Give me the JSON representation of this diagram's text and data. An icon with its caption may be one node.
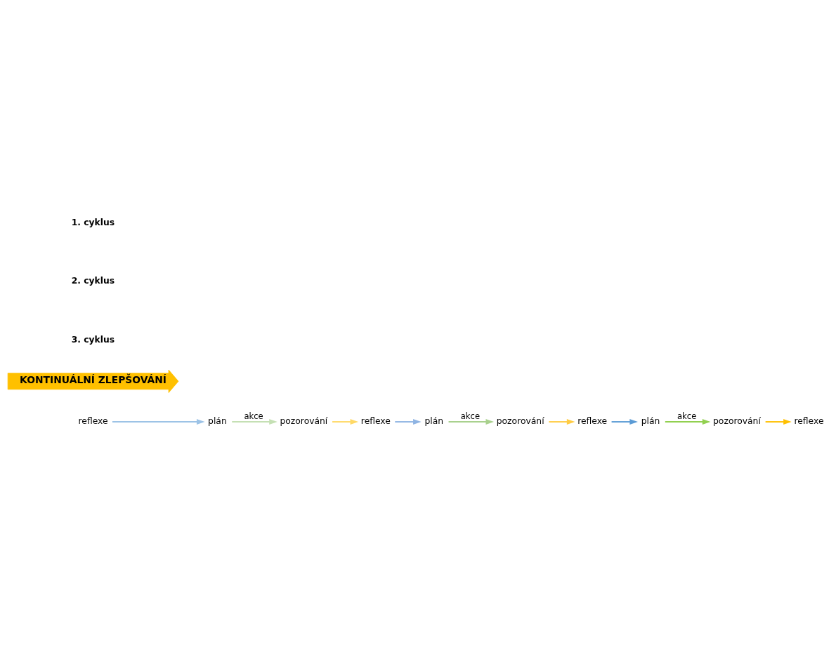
{
  "diagram": {
    "nodes": [
      {
        "text": [
          "reflexe"
        ]
      },
      {
        "text": [
          "plán"
        ]
      },
      {
        "text": [
          "pozorování"
        ]
      },
      {
        "text": [
          "reflexe"
        ]
      },
      {
        "text": [
          "plán"
        ]
      },
      {
        "text": [
          "pozorování"
        ]
      },
      {
        "text": [
          "reflexe"
        ]
      },
      {
        "text": [
          "plán"
        ]
      },
      {
        "text": [
          "pozorování"
        ]
      },
      {
        "text": [
          "reflexe"
        ]
      },
      {
        "text": [
          "KONTINUÁLNÍ ZLEPŠOVÁNÍ"
        ]
      }
    ],
    "edges": [
      {
        "from": 0,
        "to": 1,
        "arrow": "to",
        "color": "#9dc3e6"
      },
      {
        "from": 1,
        "to": 2,
        "arrow": "to",
        "label": "akce",
        "color": "#c5e0b4"
      },
      {
        "from": 2,
        "to": 3,
        "arrow": "to",
        "color": "#ffd966"
      },
      {
        "from": 3,
        "to": 4,
        "arrow": "to",
        "color": "#8fb4e3"
      },
      {
        "from": 4,
        "to": 5,
        "arrow": "to",
        "label": "akce",
        "color": "#a9d18e"
      },
      {
        "from": 5,
        "to": 6,
        "arrow": "to",
        "color": "#ffcc44"
      },
      {
        "from": 6,
        "to": 7,
        "arrow": "to",
        "color": "#5b9bd5"
      },
      {
        "from": 7,
        "to": 8,
        "arrow": "to",
        "label": "akce",
        "color": "#92d050"
      },
      {
        "from": 8,
        "to": 9,
        "arrow": "to",
        "color": "#ffc000"
      }
    ],
    "labels": [
      "1. cyklus",
      "2. cyklus",
      "3. cyklus"
    ]
  }
}
